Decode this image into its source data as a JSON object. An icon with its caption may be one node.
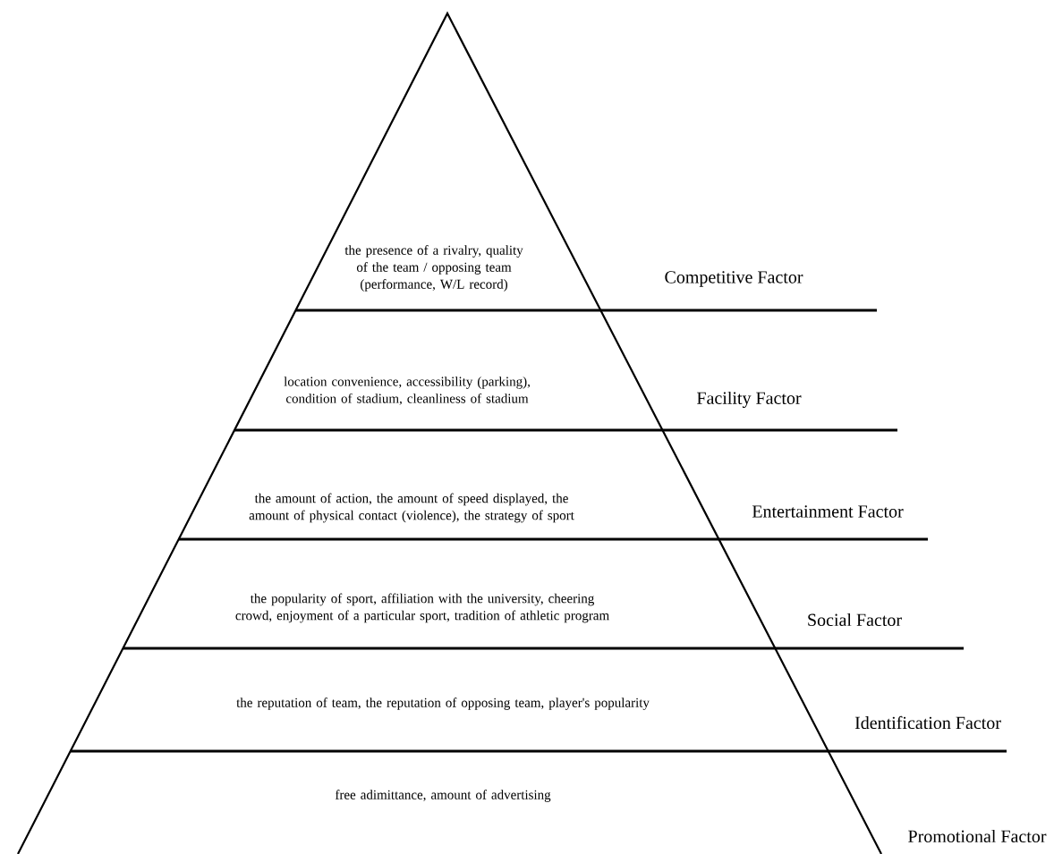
{
  "diagram": {
    "nodes": [
      {
        "text": [
          "the presence of a rivalry, quality of the team / opposing team (performance, W/L record)"
        ]
      },
      {
        "text": [
          "location convenience, accessibility (parking), condition of stadium, cleanliness of stadium"
        ]
      },
      {
        "text": [
          "the amount of action, the amount of speed displayed, the amount of physical contact (violence), the strategy of sport"
        ]
      },
      {
        "text": [
          "the popularity of sport, affiliation with the university, cheering crowd, enjoyment of a particular sport, tradition of athletic program"
        ]
      },
      {
        "text": [
          "the reputation of team, the reputation of opposing team, player's popularity"
        ]
      },
      {
        "text": [
          "free adimittance, amount of advertising"
        ]
      }
    ],
    "labels": [
      "Competitive Factor",
      "Facility Factor",
      "Entertainment Factor",
      "Social Factor",
      "Identification Factor",
      "Promotional Factor"
    ]
  }
}
